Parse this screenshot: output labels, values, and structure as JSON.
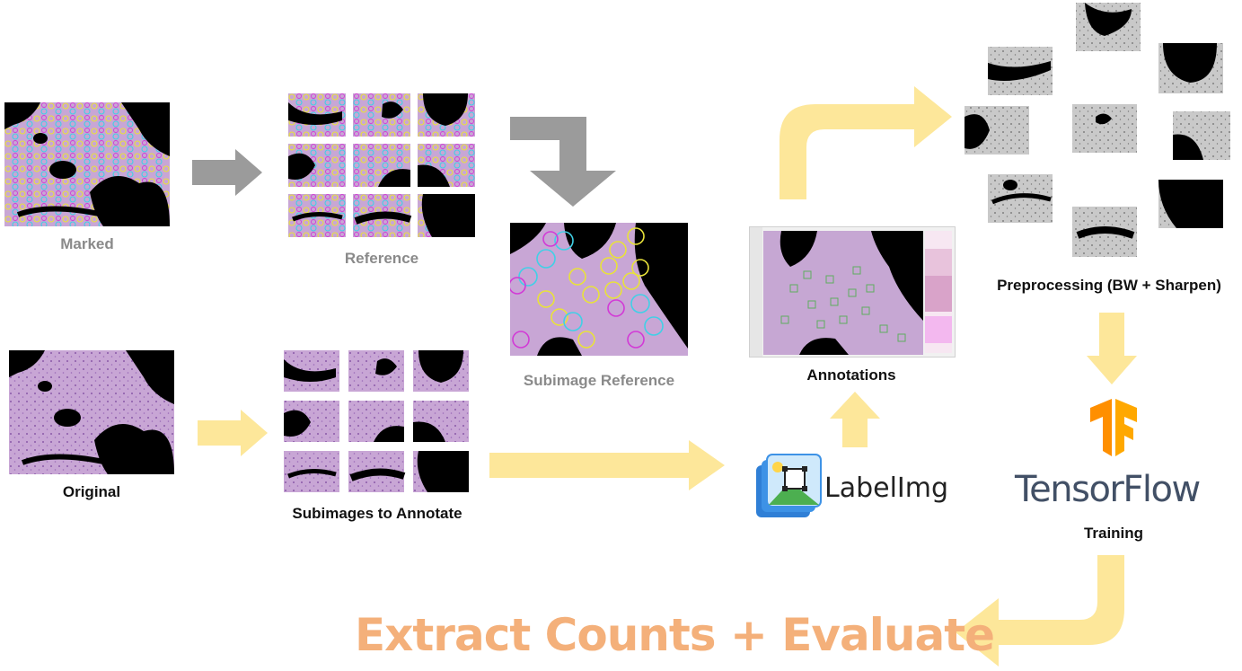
{
  "labels": {
    "marked": "Marked",
    "reference": "Reference",
    "subimage_reference": "Subimage Reference",
    "original": "Original",
    "subimages_to_annotate": "Subimages to Annotate",
    "annotations": "Annotations",
    "preprocessing": "Preprocessing (BW + Sharpen)",
    "training": "Training"
  },
  "logos": {
    "labelimg": "LabelImg",
    "tensorflow": "TensorFlow"
  },
  "title": "Extract Counts + Evaluate",
  "colors": {
    "arrow_yellow": "#fde79a",
    "arrow_gray": "#9b9b9b",
    "title_orange": "#f4b07a",
    "label_gray": "#8a8a8a",
    "tensorflow_text": "#425066",
    "tensorflow_orange": "#ff8f00",
    "tissue_purple": "#c9a9d6",
    "marker_yellow": "#e8e23a",
    "marker_cyan": "#40d0e6",
    "marker_magenta": "#d23ad6"
  }
}
